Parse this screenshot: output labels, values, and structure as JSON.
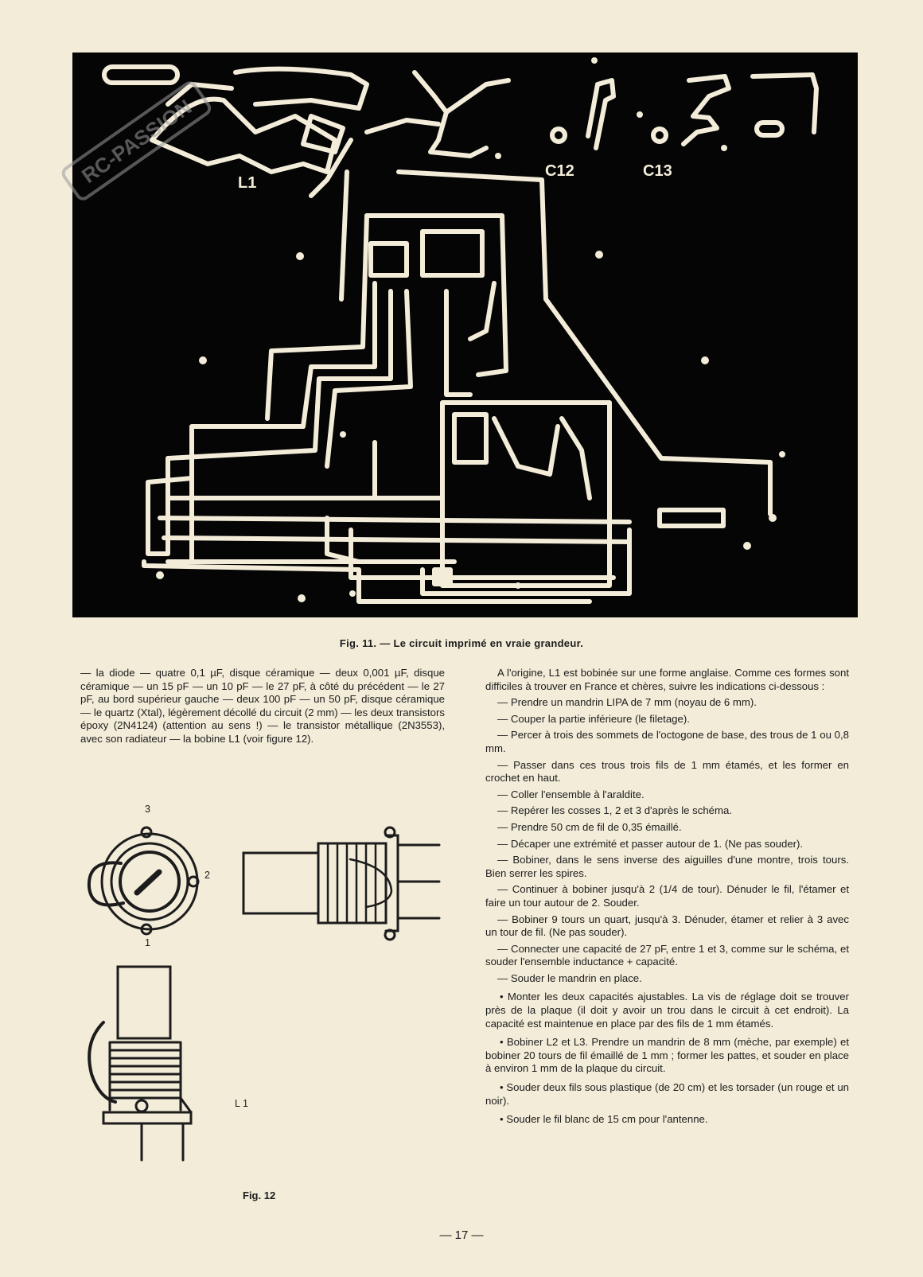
{
  "figure11": {
    "pcb_labels": {
      "l1": "L1",
      "c12": "C12",
      "c13": "C13"
    },
    "caption": "Fig. 11. — Le circuit imprimé en vraie grandeur."
  },
  "watermark": {
    "text": "RC-PASSION"
  },
  "left_column": {
    "text": "— la diode — quatre 0,1 µF, disque céramique — deux 0,001 µF, disque céramique — un 15 pF — un 10 pF — le 27 pF, à côté du précédent — le 27 pF, au bord supérieur gauche — deux 100 pF — un 50 pF, disque céramique — le quartz (Xtal), légèrement décollé du circuit (2 mm) — les deux transistors époxy (2N4124) (attention au sens !) — le transistor métallique (2N3553), avec son radiateur — la bobine L1 (voir figure 12)."
  },
  "right_column": {
    "intro": "A l'origine, L1 est bobinée sur une forme anglaise. Comme ces formes sont difficiles à trouver en France et chères, suivre les indications ci-dessous :",
    "steps": [
      "— Prendre un mandrin LIPA de 7 mm (noyau de 6 mm).",
      "— Couper la partie inférieure (le filetage).",
      "— Percer à trois des sommets de l'octogone de base, des trous de 1 ou 0,8 mm.",
      "— Passer dans ces trous trois fils de 1 mm étamés, et les former en crochet en haut.",
      "— Coller l'ensemble à l'araldite.",
      "— Repérer les cosses 1, 2 et 3 d'après le schéma.",
      "— Prendre 50 cm de fil de 0,35 émaillé.",
      "— Décaper une extrémité et passer autour de 1. (Ne pas souder).",
      "— Bobiner, dans le sens inverse des aiguilles d'une montre, trois tours. Bien serrer les spires.",
      "— Continuer à bobiner jusqu'à 2 (1/4 de tour). Dénuder le fil, l'étamer et faire un tour autour de 2. Souder.",
      "— Bobiner 9 tours un quart, jusqu'à 3. Dénuder, étamer et relier à 3 avec un tour de fil. (Ne pas souder).",
      "— Connecter une capacité de 27 pF, entre 1 et 3, comme sur le schéma, et souder l'ensemble inductance + capacité.",
      "— Souder le mandrin en place."
    ],
    "bullets": [
      "• Monter les deux capacités ajustables. La vis de réglage doit se trouver près de la plaque (il doit y avoir un trou dans le circuit à cet endroit). La capacité est maintenue en place par des fils de 1 mm étamés.",
      "• Bobiner L2 et L3. Prendre un mandrin de 8 mm (mèche, par exemple) et bobiner 20 tours de fil émaillé de 1 mm ; former les pattes, et souder en place à environ 1 mm de la plaque du circuit.",
      "• Souder deux fils sous plastique (de 20 cm) et les torsader (un rouge et un noir).",
      "• Souder le fil blanc de 15 cm pour l'antenne."
    ]
  },
  "figure12": {
    "terminal_labels": {
      "t1": "1",
      "t2": "2",
      "t3": "3"
    },
    "coil_label": "L 1",
    "caption": "Fig. 12"
  },
  "page_number": "— 17 —"
}
